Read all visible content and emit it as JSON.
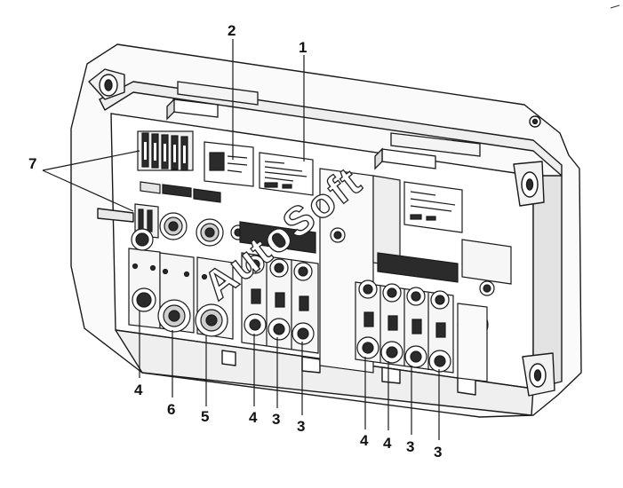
{
  "diagram": {
    "watermark": "AutoSoft",
    "callouts": {
      "c1": "1",
      "c2": "2",
      "c7": "7",
      "left": [
        "4",
        "6",
        "5"
      ],
      "middle": [
        "4",
        "3",
        "3"
      ],
      "right": [
        "4",
        "4",
        "3",
        "3"
      ]
    }
  },
  "colors": {
    "line": "#1a1a1a",
    "shade": "#d9d9d9",
    "dark": "#2b2b2b",
    "paper": "#ffffff"
  },
  "icons": [
    "wire-terminal-icon",
    "fuse-icon",
    "relay-icon",
    "connector-icon"
  ]
}
